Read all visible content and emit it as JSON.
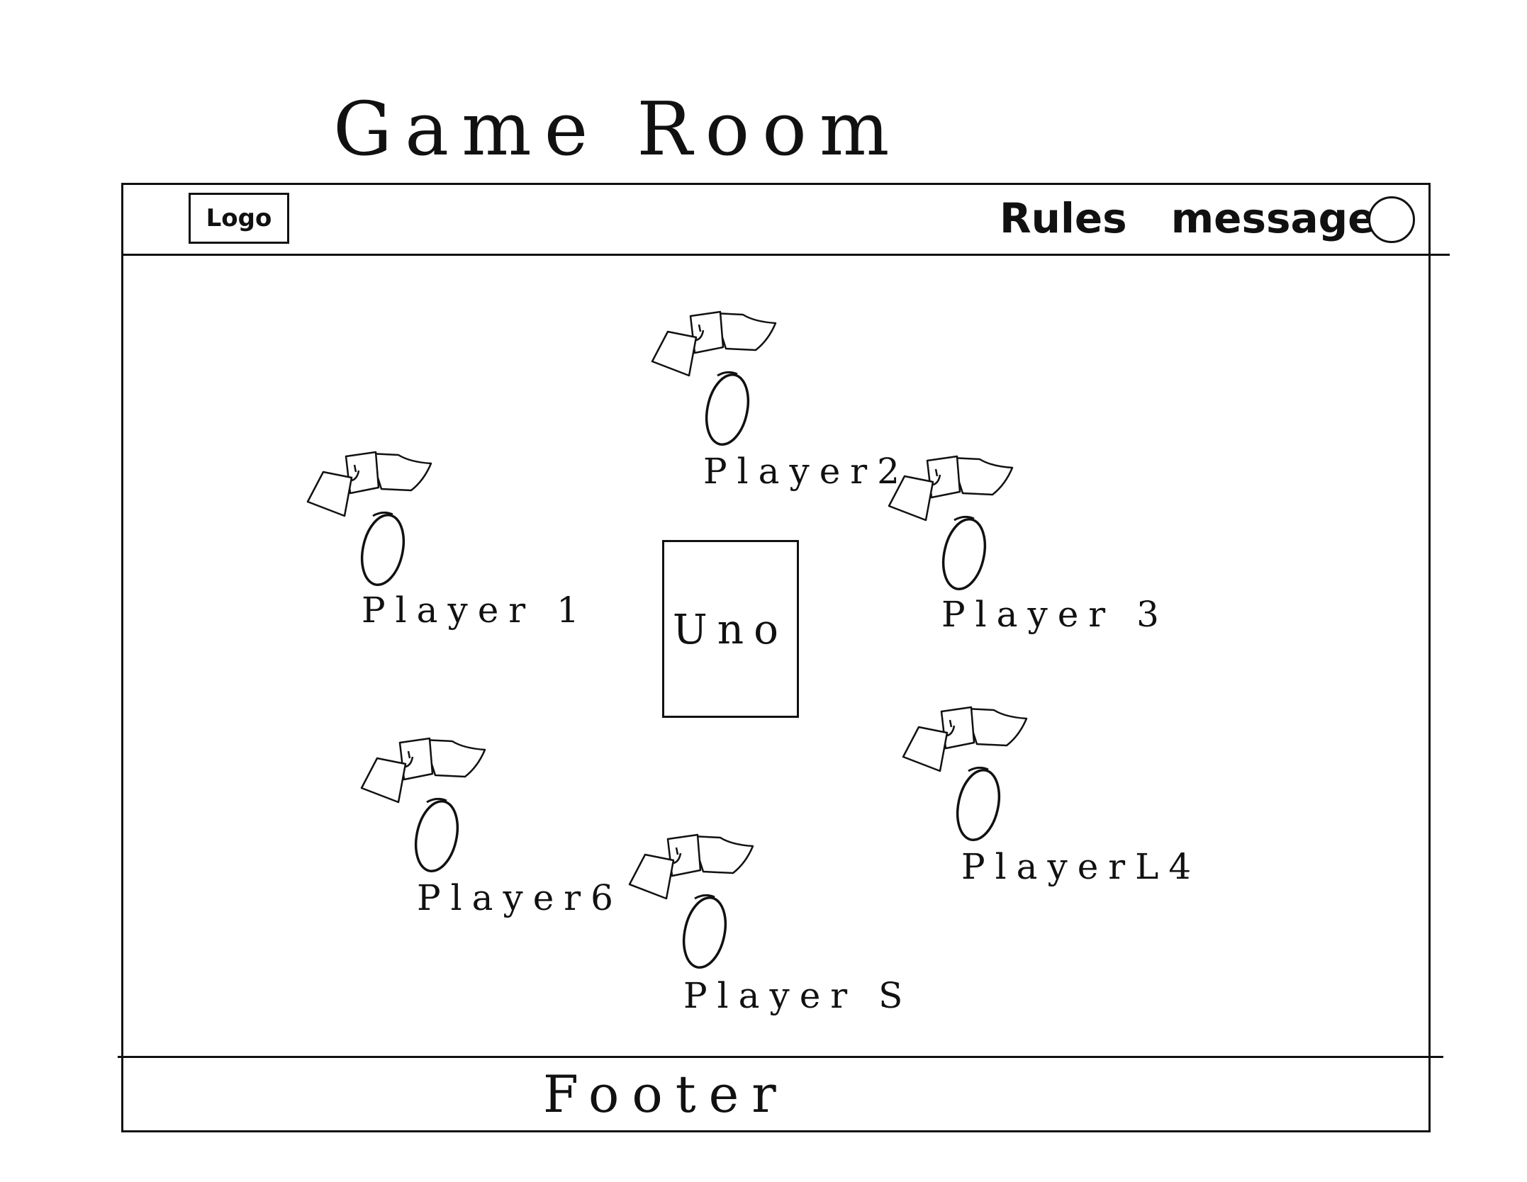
{
  "page": {
    "title": "Game Room"
  },
  "header": {
    "logo": "Logo",
    "nav": [
      {
        "label": "Rules"
      },
      {
        "label": "message"
      }
    ]
  },
  "table": {
    "deck_label": "Uno",
    "players": [
      {
        "label": "Player 1"
      },
      {
        "label": "Player2"
      },
      {
        "label": "Player 3"
      },
      {
        "label": "PlayerL4"
      },
      {
        "label": "Player S"
      },
      {
        "label": "Player6"
      }
    ]
  },
  "footer": {
    "text": "Footer"
  }
}
